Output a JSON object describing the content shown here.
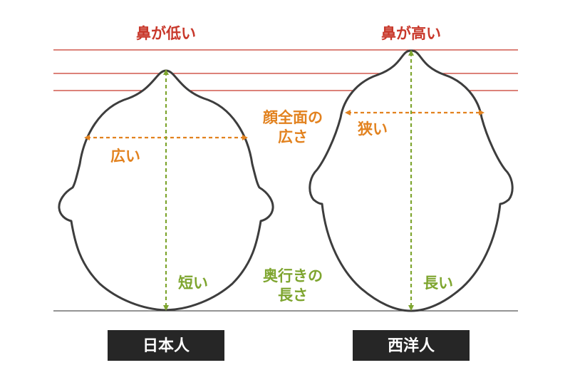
{
  "labels": {
    "nose_low": "鼻が低い",
    "nose_high": "鼻が高い",
    "face_width_line1": "顔全面の",
    "face_width_line2": "広さ",
    "wide": "広い",
    "narrow": "狭い",
    "depth_line1": "奥行きの",
    "depth_line2": "長さ",
    "short": "短い",
    "long": "長い"
  },
  "badges": {
    "japanese": "日本人",
    "western": "西洋人"
  },
  "colors": {
    "head_outline": "#3d3d3d",
    "reference_line_red": "#c8382b",
    "width_arrow": "#e2821f",
    "depth_arrow": "#7ea52f",
    "badge_bg": "#262626"
  }
}
